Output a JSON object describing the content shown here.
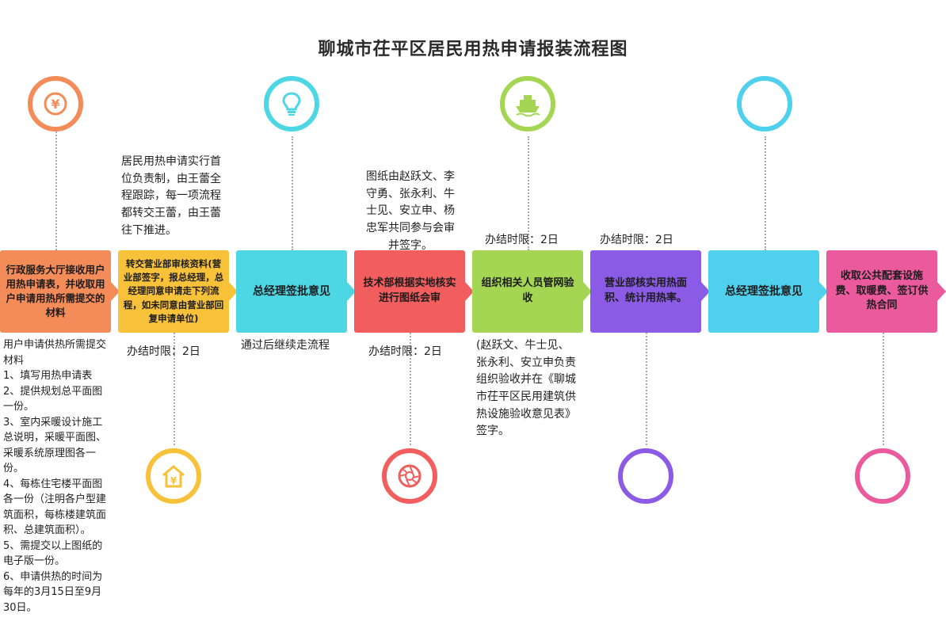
{
  "title": "聊城市茌平区居民用热申请报装流程图",
  "steps": [
    {
      "label": "行政服务大厅接收用户用热申请表，并收取用户申请用热所需提交的材料",
      "color": "#f48c5a"
    },
    {
      "label": "转交营业部审核资料(营业部签字，报总经理，总经理同意申请走下列流程，如未同意由营业部回复申请单位)",
      "color": "#f8c13a"
    },
    {
      "label": "总经理签批意见",
      "color": "#4dd6e4"
    },
    {
      "label": "技术部根据实地核实进行图纸会审",
      "color": "#f25e5e"
    },
    {
      "label": "组织相关人员管网验收",
      "color": "#a5d653"
    },
    {
      "label": "营业部核实用热面积、统计用热率。",
      "color": "#8b5be6"
    },
    {
      "label": "总经理签批意见",
      "color": "#4fd0ec"
    },
    {
      "label": "收取公共配套设施费、取暖费、签订供热合同",
      "color": "#ea5a9d"
    }
  ],
  "notes": {
    "s1_below": "用户申请供热所需提交材料\n1、填写用热申请表\n2、提供规划总平面图一份。\n3、室内采暖设计施工总说明，采暖平面图、采暖系统原理图各一份。\n4、每栋住宅楼平面图各一份（注明各户型建筑面积，每栋楼建筑面积、总建筑面积）。\n5、需提交以上图纸的电子版一份。\n6、申请供热的时间为每年的3月15日至9月30日。",
    "s2_above": "居民用热申请实行首位负责制，由王蕾全程跟踪，每一项流程都转交王蕾，由王蕾往下推进。",
    "s2_limit": "办结时限：2日",
    "s3_below": "通过后继续走流程",
    "s4_above": "图纸由赵跃文、李守勇、张永利、牛士见、安立申、杨忠军共同参与会审并签字。",
    "s4_limit": "办结时限：2日",
    "s5_limit": "办结时限：2日",
    "s5_below": "(赵跃文、牛士见、张永利、安立申负责组织验收并在《聊城市茌平区民用建筑供热设施验收意见表》签字。",
    "s6_limit": "办结时限：2日"
  },
  "icons": {
    "c1": {
      "name": "yen-coin-icon",
      "glyph": "¥",
      "color": "#f48c5a"
    },
    "c2": {
      "name": "house-yen-icon",
      "glyph": "¥",
      "color": "#f8c13a"
    },
    "c3": {
      "name": "lightbulb-icon",
      "color": "#4dd6e4"
    },
    "c4": {
      "name": "camera-aperture-icon",
      "color": "#f25e5e"
    },
    "c5": {
      "name": "ship-icon",
      "color": "#a5d653"
    },
    "c6": {
      "name": "empty-circle-icon",
      "color": "#8b5be6"
    },
    "c7": {
      "name": "empty-circle-icon",
      "color": "#4fd0ec"
    },
    "c8": {
      "name": "empty-circle-icon",
      "color": "#ea5a9d"
    }
  }
}
